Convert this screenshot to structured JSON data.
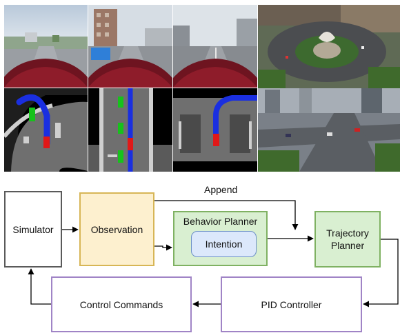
{
  "nodes": {
    "simulator": "Simulator",
    "observation": "Observation",
    "behavior_planner": "Behavior Planner",
    "intention": "Intention",
    "trajectory_planner": "Trajectory Planner",
    "pid_controller": "PID Controller",
    "control_commands": "Control Commands"
  },
  "edges": {
    "append_label": "Append"
  },
  "colors": {
    "simulator_border": "#5a5a5a",
    "observation_fill": "#fdf0cf",
    "observation_border": "#d7b656",
    "planner_fill": "#d9efd1",
    "planner_border": "#7fb162",
    "intention_fill": "#dce8fb",
    "intention_border": "#6b8fc7",
    "controller_border": "#a084c6",
    "route": "#1a2fe0",
    "ego": "#e01818",
    "other_vehicle": "#16c21b"
  }
}
